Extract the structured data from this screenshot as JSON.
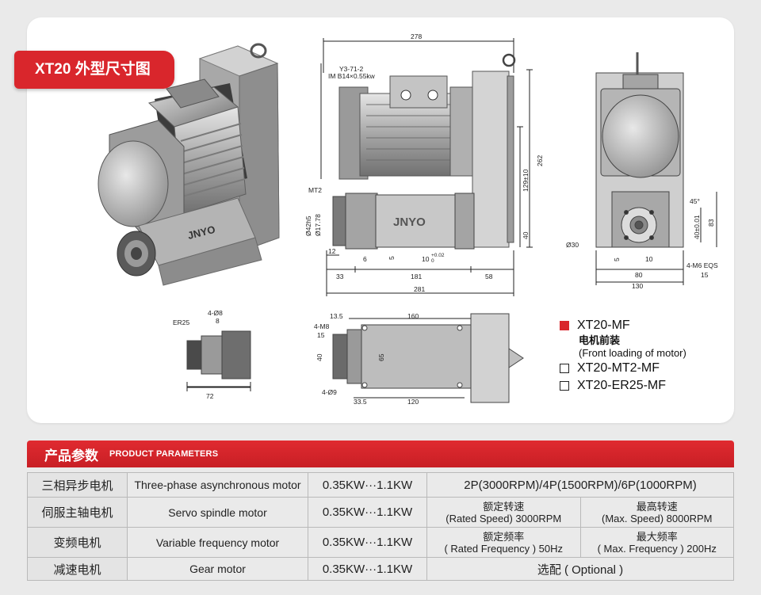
{
  "title": "XT20 外型尺寸图",
  "drawing": {
    "dim_278": "278",
    "motor_model_line1": "Y3-71-2",
    "motor_model_line2": "IM B14×0.55kw",
    "mt2": "MT2",
    "dim_262": "262",
    "dim_129": "129±10",
    "dim_40_right": "40",
    "dim_42h5": "Ø42h5",
    "dim_17_78": "Ø17.78",
    "dim_12": "12",
    "dim_6": "6",
    "dim_5": "5",
    "dim_10_tol": "10",
    "tol_002": "+0.02",
    "tol_0": "0",
    "dim_33": "33",
    "dim_181": "181",
    "dim_58": "58",
    "dim_281": "281",
    "brand": "JNYO",
    "dim_45deg": "45°",
    "dim_83": "83",
    "dim_40_001": "40±0.01",
    "dim_d30": "Ø30",
    "dim_4m6": "4-M6 EQS",
    "dim_15a": "15",
    "dim_5b": "5",
    "dim_10b": "10",
    "dim_80": "80",
    "dim_130": "130",
    "er25": "ER25",
    "dim_4d8": "4-Ø8",
    "dim_8": "8",
    "dim_72": "72",
    "dim_13_5": "13.5",
    "dim_160": "160",
    "dim_4m8": "4-M8",
    "dim_15b": "15",
    "dim_40b": "40",
    "dim_65": "65",
    "dim_4d9": "4-Ø9",
    "dim_33_5": "33.5",
    "dim_120": "120"
  },
  "legend": {
    "item1": "XT20-MF",
    "item1_sub_cn": "电机前装",
    "item1_sub_en": "(Front loading of motor)",
    "item2": "XT20-MT2-MF",
    "item3": "XT20-ER25-MF"
  },
  "params": {
    "title_cn": "产品参数",
    "title_en": "PRODUCT PARAMETERS",
    "rows": [
      {
        "cn": "三相异步电机",
        "en": "Three-phase asynchronous motor",
        "power": "0.35KW···1.1KW",
        "spec": "2P(3000RPM)/4P(1500RPM)/6P(1000RPM)"
      },
      {
        "cn": "伺服主轴电机",
        "en": "Servo spindle motor",
        "power": "0.35KW···1.1KW",
        "spec_a_cn": "额定转速",
        "spec_a_en": "(Rated Speed) 3000RPM",
        "spec_b_cn": "最高转速",
        "spec_b_en": "(Max. Speed) 8000RPM"
      },
      {
        "cn": "变频电机",
        "en": "Variable frequency motor",
        "power": "0.35KW···1.1KW",
        "spec_a_cn": "额定频率",
        "spec_a_en": "( Rated Frequency ) 50Hz",
        "spec_b_cn": "最大频率",
        "spec_b_en": "( Max. Frequency ) 200Hz"
      },
      {
        "cn": "减速电机",
        "en": "Gear motor",
        "power": "0.35KW···1.1KW",
        "spec": "选配 ( Optional )"
      }
    ]
  },
  "colors": {
    "accent_red": "#d9262c",
    "card_bg": "#ffffff",
    "page_bg": "#eaeaea",
    "table_first_col": "#e4e4e4"
  }
}
